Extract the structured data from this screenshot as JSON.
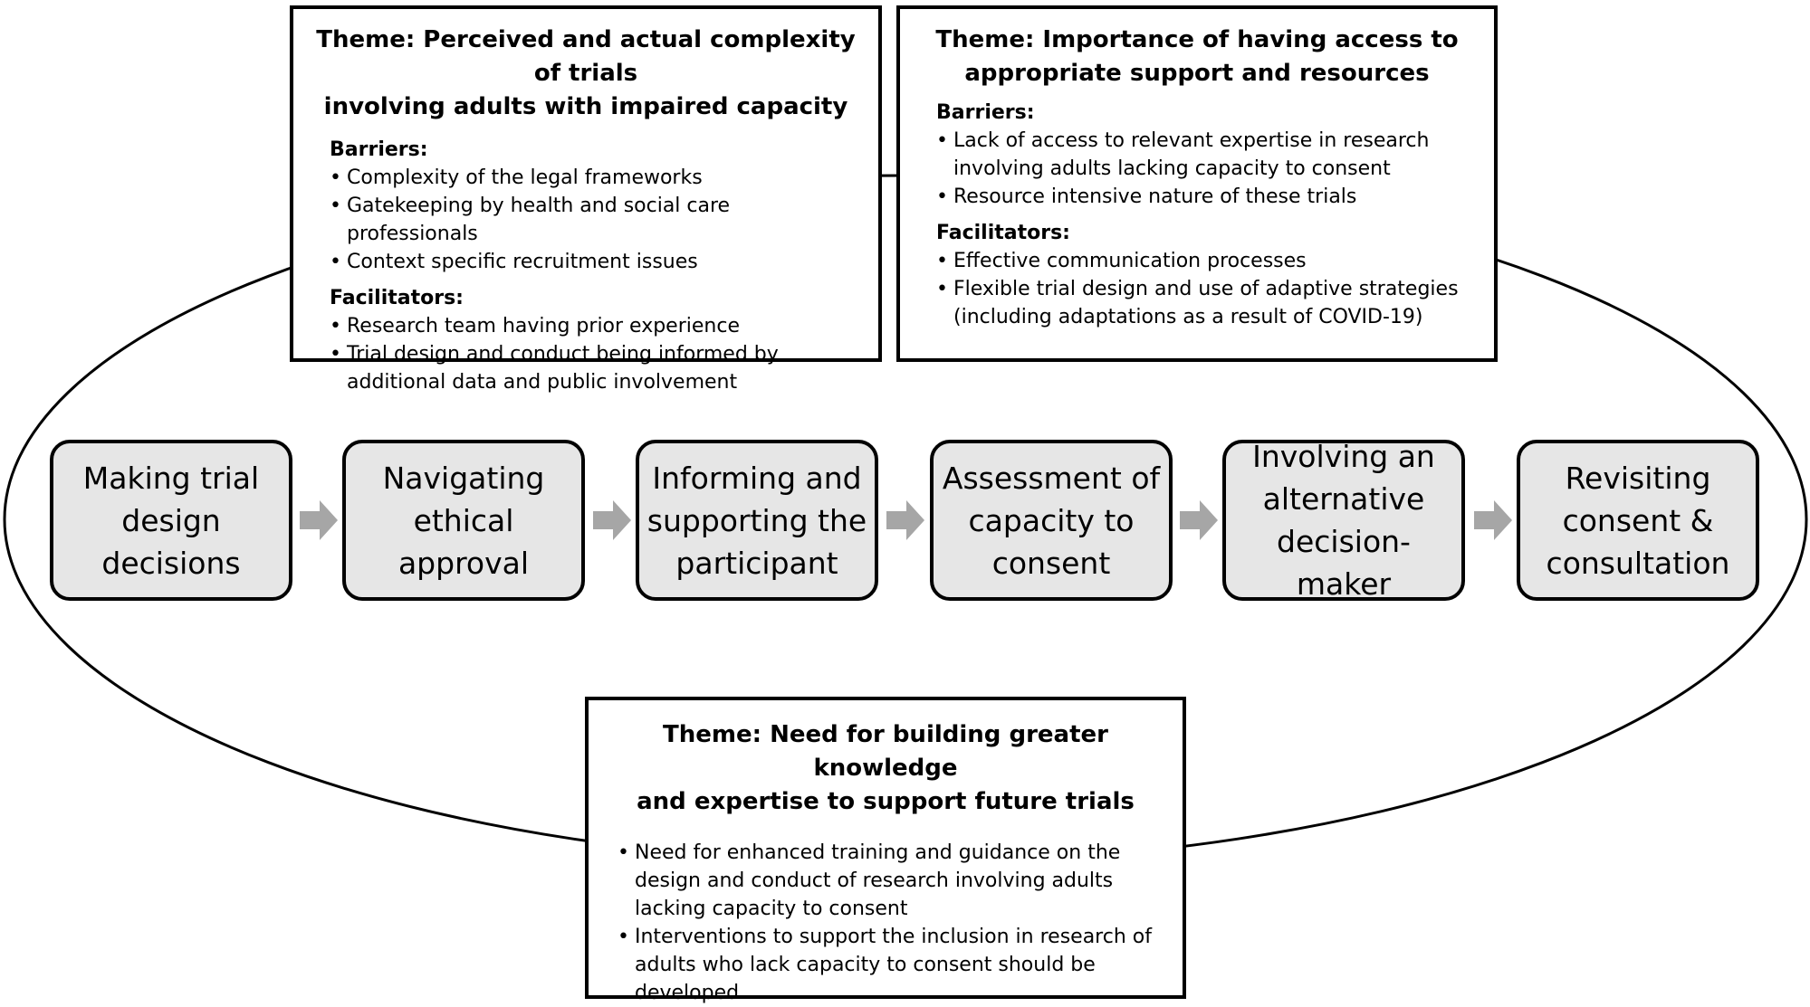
{
  "themes": {
    "complexity": {
      "title_line1": "Theme: Perceived and actual complexity of trials",
      "title_line2": "involving adults with impaired capacity",
      "barriers_label": "Barriers:",
      "barriers": [
        "Complexity of the legal frameworks",
        "Gatekeeping by health and social care professionals",
        "Context specific recruitment issues"
      ],
      "facilitators_label": "Facilitators:",
      "facilitators": [
        "Research team having prior experience",
        "Trial design and conduct being informed by additional data and public involvement"
      ]
    },
    "support": {
      "title_line1": "Theme: Importance of having access to",
      "title_line2": "appropriate support and resources",
      "barriers_label": "Barriers:",
      "barriers": [
        "Lack of access to relevant expertise in research involving adults lacking capacity to consent",
        "Resource intensive nature of these trials"
      ],
      "facilitators_label": "Facilitators:",
      "facilitators": [
        "Effective communication processes",
        "Flexible trial design and use of adaptive strategies (including adaptations as a result of COVID-19)"
      ]
    },
    "knowledge": {
      "title_line1": "Theme: Need for building greater knowledge",
      "title_line2": "and expertise to support future trials",
      "items": [
        "Need for enhanced training and guidance on the design and conduct of  research involving adults lacking capacity to consent",
        "Interventions to support the inclusion in research of adults who lack capacity to consent should be developed"
      ]
    }
  },
  "stages": [
    "Making trial design decisions",
    "Navigating ethical approval",
    "Informing and supporting the participant",
    "Assessment of capacity to consent",
    "Involving an alternative decision-maker",
    "Revisiting consent & consultation"
  ],
  "colors": {
    "stage_fill": "#e6e6e6",
    "arrow_fill": "#a6a6a6",
    "border": "#000000"
  }
}
